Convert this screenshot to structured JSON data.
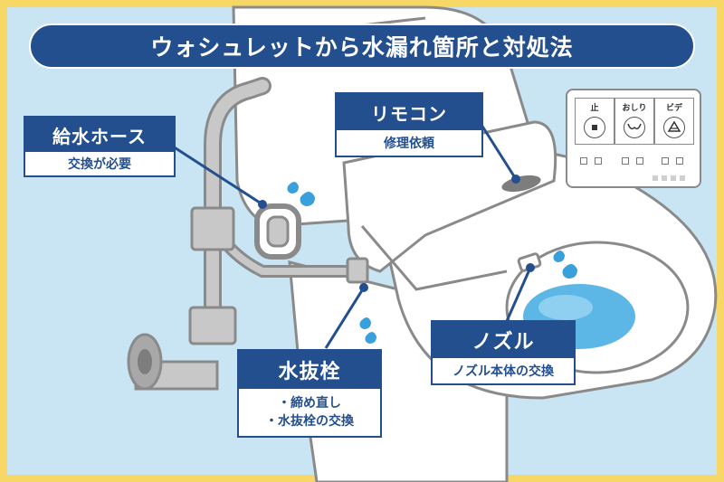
{
  "title": "ウォシュレットから水漏れ箇所と対処法",
  "callouts": {
    "hose": {
      "heading": "給水ホース",
      "body": [
        "交換が必要"
      ]
    },
    "remote": {
      "heading": "リモコン",
      "body": [
        "修理依頼"
      ]
    },
    "valve": {
      "heading": "水抜栓",
      "body": [
        "・締め直し",
        "・水抜栓の交換"
      ]
    },
    "nozzle": {
      "heading": "ノズル",
      "body": [
        "ノズル本体の交換"
      ]
    }
  },
  "remote_panel": {
    "buttons": [
      {
        "label": "止",
        "icon": "stop-icon"
      },
      {
        "label": "おしり",
        "icon": "bidet-rear-icon"
      },
      {
        "label": "ビデ",
        "icon": "bidet-front-icon"
      }
    ]
  },
  "colors": {
    "frame": "#f7d866",
    "background": "#c9e5f4",
    "navy": "#244f8e",
    "water": "#3aa0dc",
    "toilet_outline": "#8a8a8a",
    "pipe": "#a8a8a8"
  }
}
